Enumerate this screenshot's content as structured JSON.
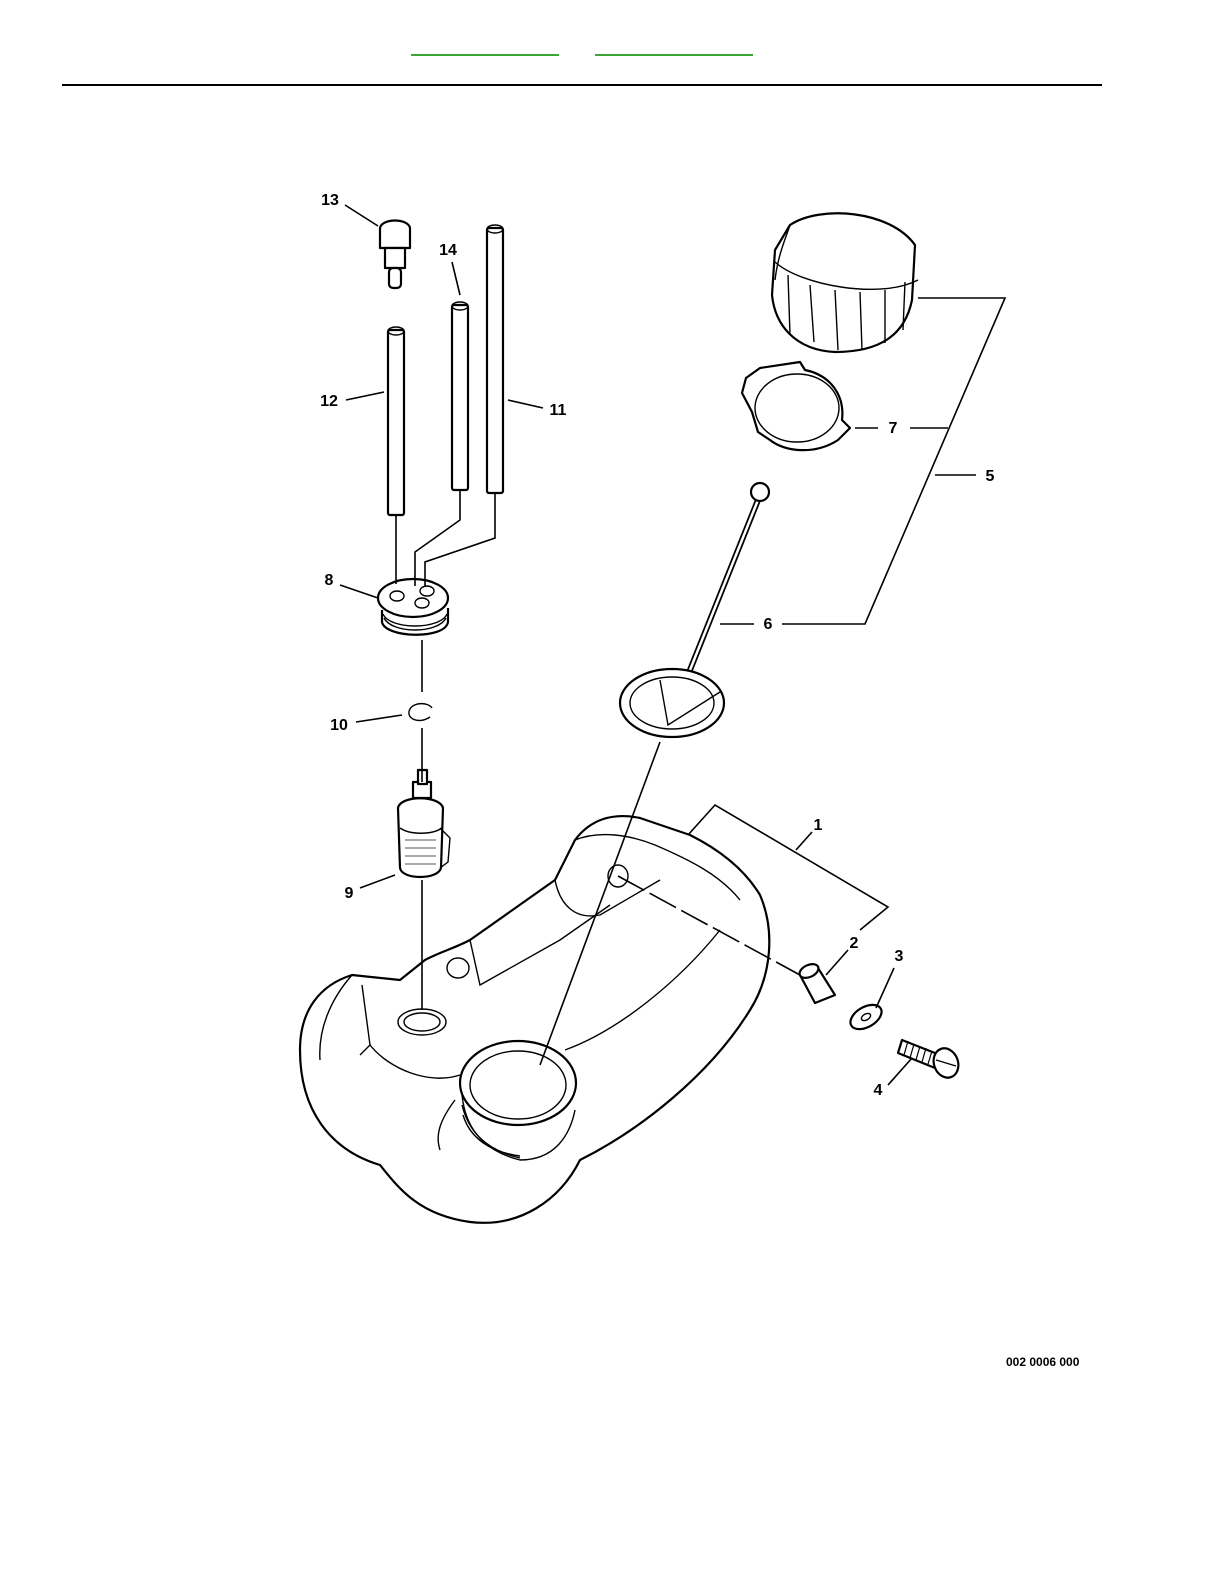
{
  "nav": {
    "link_1": "",
    "link_2": ""
  },
  "callouts": {
    "p1": "1",
    "p2": "2",
    "p3": "3",
    "p4": "4",
    "p5": "5",
    "p6": "6",
    "p7": "7",
    "p8": "8",
    "p9": "9",
    "p10": "10",
    "p11": "11",
    "p12": "12",
    "p13": "13",
    "p14": "14"
  },
  "drawing_code": "002 0006 000",
  "colors": {
    "nav_underline": "#3aa63a",
    "line": "#000000",
    "background": "#ffffff"
  }
}
